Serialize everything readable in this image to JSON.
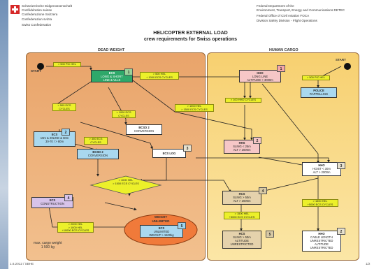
{
  "header": {
    "left": [
      "Schweizerische Eidgenossenschaft",
      "Confédération suisse",
      "Confederazione Svizzera",
      "Confederaziun svizra"
    ],
    "left_sub": "Swiss Confederation",
    "right1": [
      "Federal Department of the",
      "Environment, Transport, Energy and Communications DETEC"
    ],
    "right2": [
      "Federal Office of Civil Aviation FOCA",
      "Division Safety Division - Flight Operations"
    ]
  },
  "title": [
    "HELICOPTER EXTERNAL LOAD",
    "crew requirements for Swiss operations"
  ],
  "panels": {
    "left_title": "DEAD WEIGHT",
    "right_title": "HUMAN CARGO"
  },
  "nodes": {
    "start_left": "START",
    "start_right": "START",
    "ecs_top": {
      "h": "ECS",
      "s": [
        "LONG & SHORT",
        "LINE & VLLS"
      ]
    },
    "ecs_left": {
      "h": "ECS",
      "s": [
        "10m & 20LINE & 60m",
        "30-70 / > 80m"
      ]
    },
    "bcsd_conv": {
      "h": "BCSD 2",
      "s": [
        "CONVERSION"
      ]
    },
    "bcsd2_conv": {
      "h": "BCSD 2",
      "s": [
        "CONVERSION"
      ]
    },
    "ecs_log": {
      "h": "ECS LOG",
      "s": []
    },
    "ecs_construction": {
      "h": "ECS",
      "s": [
        "CONSTRUCTION"
      ]
    },
    "weight_unlimited": {
      "h": "WEIGHT",
      "s": [
        "UNLIMITED"
      ]
    },
    "ecs_inner": {
      "h": "ECS",
      "s": [
        "UNLIMITED",
        "WEIGHT > 1500kg"
      ]
    },
    "hhs_right": {
      "h": "HHO",
      "s": [
        "LONG LINE",
        "ALTITUDE > 3000m"
      ]
    },
    "police": {
      "h": "POLICE",
      "s": [
        "RAPPELLING"
      ]
    },
    "hhs_mid": {
      "h": "HHS",
      "s": [
        "SLING < 25m",
        "ALT > 2000m"
      ]
    },
    "hho_right2": {
      "h": "HHO",
      "s": [
        "HOIST < 30m",
        "ALT > 2000m"
      ]
    },
    "hcs_mid": {
      "h": "HCS",
      "s": [
        "SLING > 50m",
        "ALT > 2000m"
      ]
    },
    "hcs_bot": {
      "h": "HCS",
      "s": [
        "SLING > 50m",
        "ALTITUDE",
        "UNRESTRICTED"
      ]
    },
    "hho_bot": {
      "h": "HHO",
      "s": [
        "CABLE LENGTH",
        "UNRESTRICTED",
        "ALTITUDE",
        "UNRESTRICTED"
      ]
    }
  },
  "labels": {
    "l1": [
      "> 500 PIC HEL"
    ],
    "l2": [
      "> 500 ECS",
      "CYCLES"
    ],
    "l3": [
      "> 500 HEL",
      "+ 1000 ECS CYCLES"
    ],
    "l4": [
      "> 1000 HEL",
      "> 1500 ECS CYCLES"
    ],
    "l5": [
      "> 1000 ECS",
      "CYCLES"
    ],
    "l6": [
      "> 300 ECS",
      "CYCLES"
    ],
    "diamond": [
      "> 1000 HEL",
      "> 1500 ECS CYCLES"
    ],
    "l7": [
      "> 2000 HEL",
      "> 1000 HEL",
      "+10000 ECS CYCLES"
    ],
    "l8": [
      "> 100 HHO CYCLES"
    ],
    "l9": [
      "> 500 PIC HEL"
    ],
    "l10": [
      "> 1500 HEL",
      "+5000 ECS CYCLES"
    ],
    "l11": [
      "> 1500 HEL",
      "+5000 ECS CYCLES"
    ]
  },
  "numbers": [
    "1",
    "2",
    "3",
    "4",
    "5",
    "1",
    "2",
    "3",
    "4",
    "5",
    "2"
  ],
  "note": [
    "max. cargo weight",
    "1 500 kg"
  ],
  "footer": {
    "left": "1.6.2012 / SBHE",
    "right": "1/2"
  }
}
